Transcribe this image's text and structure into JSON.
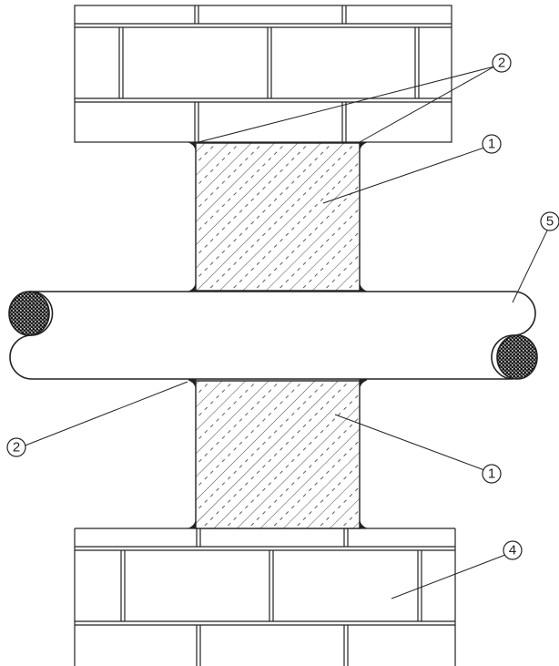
{
  "diagram": {
    "colors": {
      "line": "#222222",
      "background": "#ffffff",
      "hatch": "#333333",
      "crossing_fill": "#555555"
    },
    "callouts": [
      {
        "id": "callout-2-top",
        "label": "2"
      },
      {
        "id": "callout-1-top",
        "label": "1"
      },
      {
        "id": "callout-5",
        "label": "5"
      },
      {
        "id": "callout-2-bottom",
        "label": "2"
      },
      {
        "id": "callout-1-bottom",
        "label": "1"
      },
      {
        "id": "callout-4",
        "label": "4"
      }
    ]
  }
}
